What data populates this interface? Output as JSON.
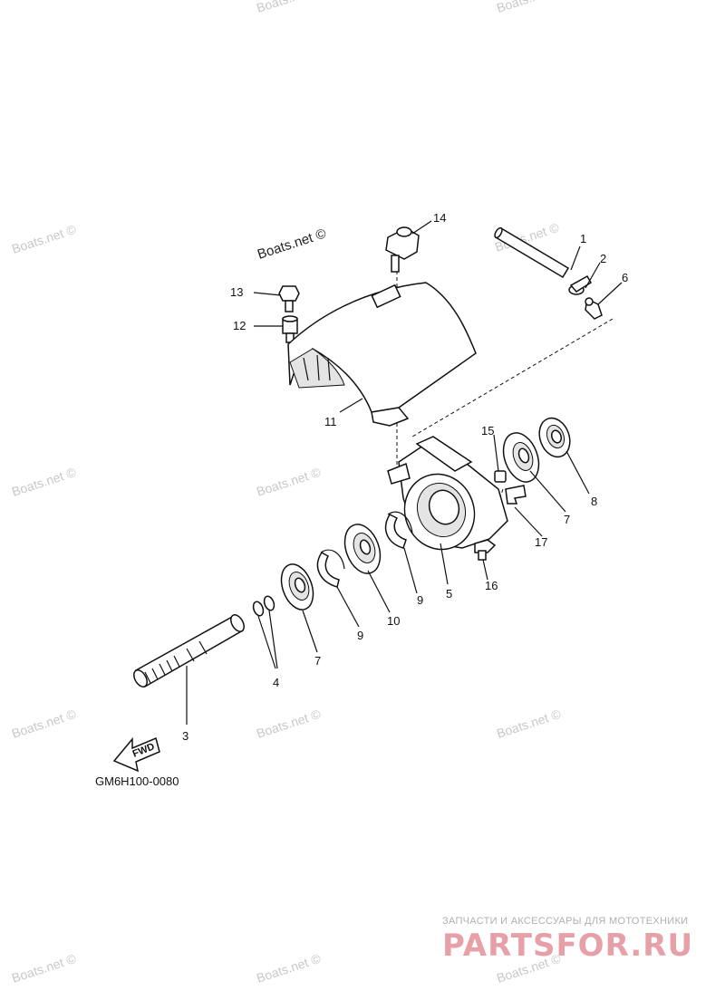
{
  "watermark": {
    "text": "Boats.net ©"
  },
  "diagram": {
    "code": "GM6H100-0080",
    "fwd_label": "FWD",
    "callouts": {
      "c1": "1",
      "c2": "2",
      "c3": "3",
      "c4": "4",
      "c5": "5",
      "c6": "6",
      "c7a": "7",
      "c7b": "7",
      "c8": "8",
      "c9a": "9",
      "c9b": "9",
      "c10": "10",
      "c11": "11",
      "c12": "12",
      "c13": "13",
      "c14": "14",
      "c15": "15",
      "c16": "16",
      "c17": "17"
    }
  },
  "banner": {
    "tagline": "ЗАПЧАСТИ И АКСЕССУАРЫ ДЛЯ МОТОТЕХНИКИ",
    "brand": "PARTSFOR.RU"
  },
  "colors": {
    "watermark": "#c8c8c8",
    "brand": "#e8a0a8",
    "line": "#111111"
  }
}
